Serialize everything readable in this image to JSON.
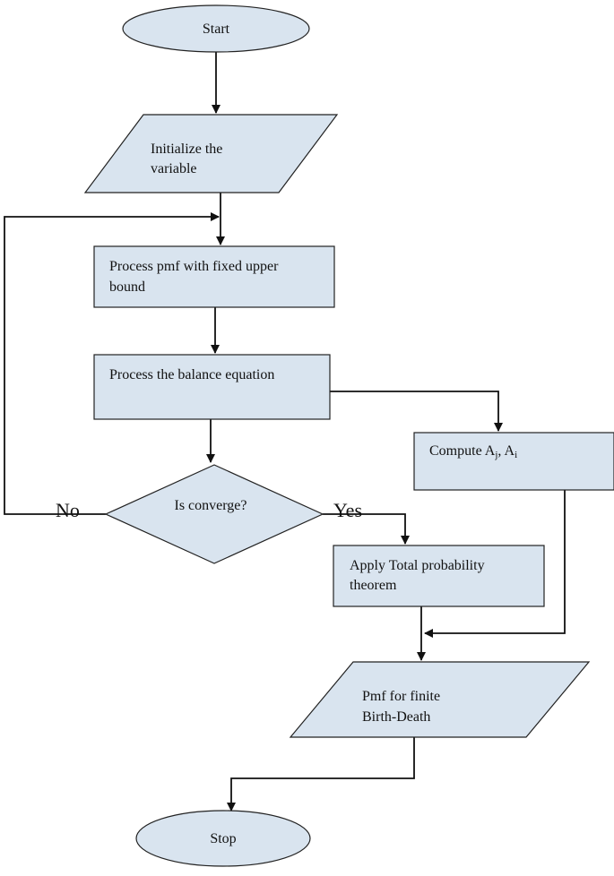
{
  "diagram": {
    "nodes": {
      "start": {
        "label": "Start"
      },
      "init": {
        "line1": "Initialize the",
        "line2": "variable"
      },
      "process_pmf": {
        "line1": "Process pmf with fixed upper",
        "line2": "bound"
      },
      "balance": {
        "label": "Process the balance equation"
      },
      "compute": {
        "label": "Compute A",
        "sub1": "j",
        "sep": ", A",
        "sub2": "i"
      },
      "decision": {
        "label": "Is converge?"
      },
      "total_prob": {
        "line1": "Apply Total probability",
        "line2": "theorem"
      },
      "pmf_finite": {
        "line1": "Pmf for finite",
        "line2": "Birth-Death"
      },
      "stop": {
        "label": "Stop"
      }
    },
    "edge_labels": {
      "no": "No",
      "yes": "Yes"
    }
  }
}
